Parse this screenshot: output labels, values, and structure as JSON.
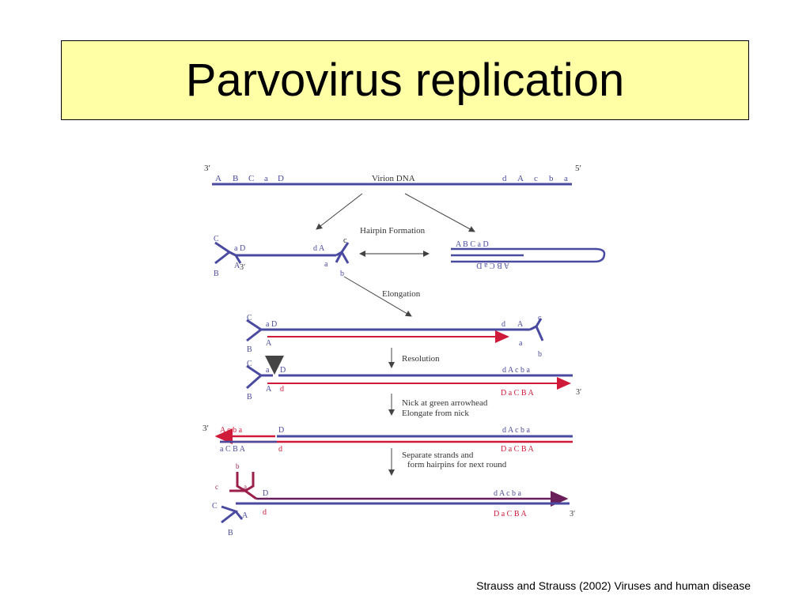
{
  "title": "Parvovirus replication",
  "citation": "Strauss and Strauss (2002) Viruses and human disease",
  "colors": {
    "blue_strand": "#4a4aa0",
    "red_strand": "#d01a3a",
    "nick_arrow": "#7ac143",
    "title_bg": "#ffffa5"
  },
  "diagram": {
    "virion_label": "Virion DNA",
    "hairpin_label": "Hairpin Formation",
    "elongation_label": "Elongation",
    "resolution_label": "Resolution",
    "nick_label_1": "Nick at green arrowhead",
    "nick_label_2": "Elongate from nick",
    "separate_label_1": "Separate strands and",
    "separate_label_2": "form hairpins for next round",
    "three_prime": "3′",
    "five_prime": "5′",
    "virion_left_letters": [
      "A",
      "B",
      "C",
      "a",
      "D"
    ],
    "virion_right_letters": [
      "d",
      "A",
      "c",
      "b",
      "a"
    ]
  }
}
